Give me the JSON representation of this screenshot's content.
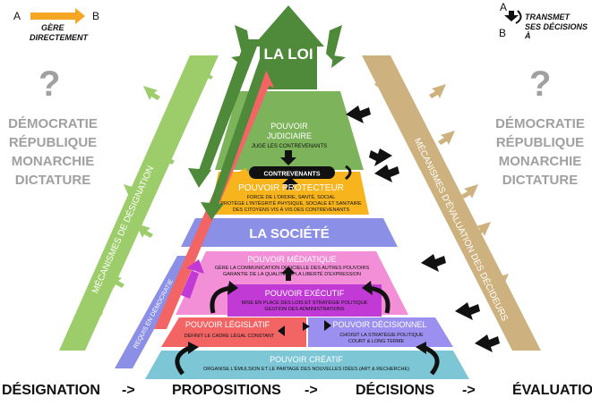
{
  "legend": {
    "direct": {
      "from": "A",
      "to": "B",
      "label_1": "GÈRE",
      "label_2": "DIRECTEMENT",
      "color": "#f5a623"
    },
    "transmit": {
      "from": "A",
      "to": "B",
      "label_1": "TRANSMET",
      "label_2": "SES DÉCISIONS À"
    }
  },
  "left_panel": {
    "question": "?",
    "regimes": [
      "DÉMOCRATIE",
      "RÉPUBLIQUE",
      "MONARCHIE",
      "DICTATURE"
    ]
  },
  "right_panel": {
    "question": "?",
    "regimes": [
      "DÉMOCRATIE",
      "RÉPUBLIQUE",
      "MONARCHIE",
      "DICTATURE"
    ]
  },
  "pyramid": {
    "loi": {
      "title": "LA LOI",
      "color": "#4e8a3a"
    },
    "judiciaire": {
      "title_1": "POUVOIR",
      "title_2": "JUDICIAIRE",
      "desc": "JUGE LES CONTREVENANTS",
      "color": "#7db35a"
    },
    "contrevenants": {
      "label": "CONTREVENANTS"
    },
    "protecteur": {
      "title": "POUVOIR PROTECTEUR",
      "desc_1": "FORCE DE L'ORDRE, SANTÉ, SOCIAL",
      "desc_2": "PROTÈGE L'INTÉGRITÉ PHYSIQUE, SOCIALE ET SANITAIRE",
      "desc_3": "DES CITOYENS VIS À VIS DES CONTREVENANTS",
      "color": "#f8b41c"
    },
    "societe": {
      "title": "LA SOCIÉTÉ",
      "color": "#8b8fe6"
    },
    "mediatique": {
      "title": "POUVOIR MÉDIATIQUE",
      "desc_1": "GÈRE LA COMMUNICATION OFFICIELLE DES AUTRES POUVOIRS",
      "desc_2": "GARANTIE DE LA QUALITÉ DE LA LIBERTÉ D'EXPRESSION",
      "color": "#f38fd6"
    },
    "executif": {
      "title": "POUVOIR EXÉCUTIF",
      "desc_1": "MISE EN PLACE DES LOIS ET STRATÉGIE POLITIQUE",
      "desc_2": "GESTION DES ADMINISTRATIONS",
      "color": "#c13ad6"
    },
    "legislatif": {
      "title": "POUVOIR LÉGISLATIF",
      "desc": "DÉFINIT LE CADRE LÉGAL CONSTANT",
      "color": "#f36565"
    },
    "decisionnel": {
      "title": "POUVOIR DÉCISIONNEL",
      "desc_1": "CHOISIT LA STRATÉGIE POLITIQUE",
      "desc_2": "COURT  &  LONG TERME",
      "color": "#9b8ff0"
    },
    "creatif": {
      "title": "POUVOIR CRÉATIF",
      "desc": "ORGANISE L'ÉMULSION ET LE PARTAGE DES NOUVELLES IDÉES (ART & RECHERCHE)",
      "color": "#7cc6d6"
    }
  },
  "side_bars": {
    "designation": {
      "label": "MÉCANISMES DE DÉSIGNATION",
      "color": "#9ccd6a"
    },
    "evaluation": {
      "label": "MÉCANISMES D'ÉVALUATION DES DÉCIDEURS",
      "color": "#cdb27f"
    },
    "requis": {
      "label": "REQUIS EN DÉMOCRATIE",
      "color": "#8b8fe6"
    }
  },
  "bottom_row": {
    "step_1": "DÉSIGNATION",
    "step_2": "PROPOSITIONS",
    "step_3": "DÉCISIONS",
    "step_4": "ÉVALUATION",
    "arrow": "->"
  }
}
